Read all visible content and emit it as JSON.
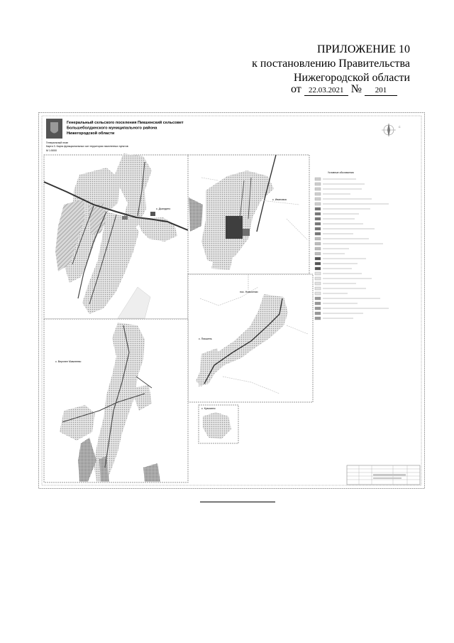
{
  "appendix": {
    "title": "ПРИЛОЖЕНИЕ 10",
    "line2": "к постановлению Правительства",
    "line3": "Нижегородской области",
    "from_label": "от",
    "date": "22.03.2021",
    "number_sign": "№",
    "number": "201"
  },
  "map": {
    "title_line1": "Генеральный сельского поселения Пикшенский сельсовет",
    "title_line2": "Большеболдинского муниципального района",
    "title_line3": "Нижегородской области",
    "subtitle_line1": "Генеральный план",
    "subtitle_line2": "Карта 3. Карта функциональных зон территории населенных пунктов",
    "scale": "М 1:5000",
    "places": {
      "dyaldino": "с. Дьялдино",
      "ivanovka": "с. Ивановка",
      "novoselki": "пос. Новоселки",
      "pikshen": "с. Пикшень",
      "vekhnee_mamleevo": "с. Верхнее Мамлеево",
      "kuzmino": "с. Кузьмино"
    }
  }
}
